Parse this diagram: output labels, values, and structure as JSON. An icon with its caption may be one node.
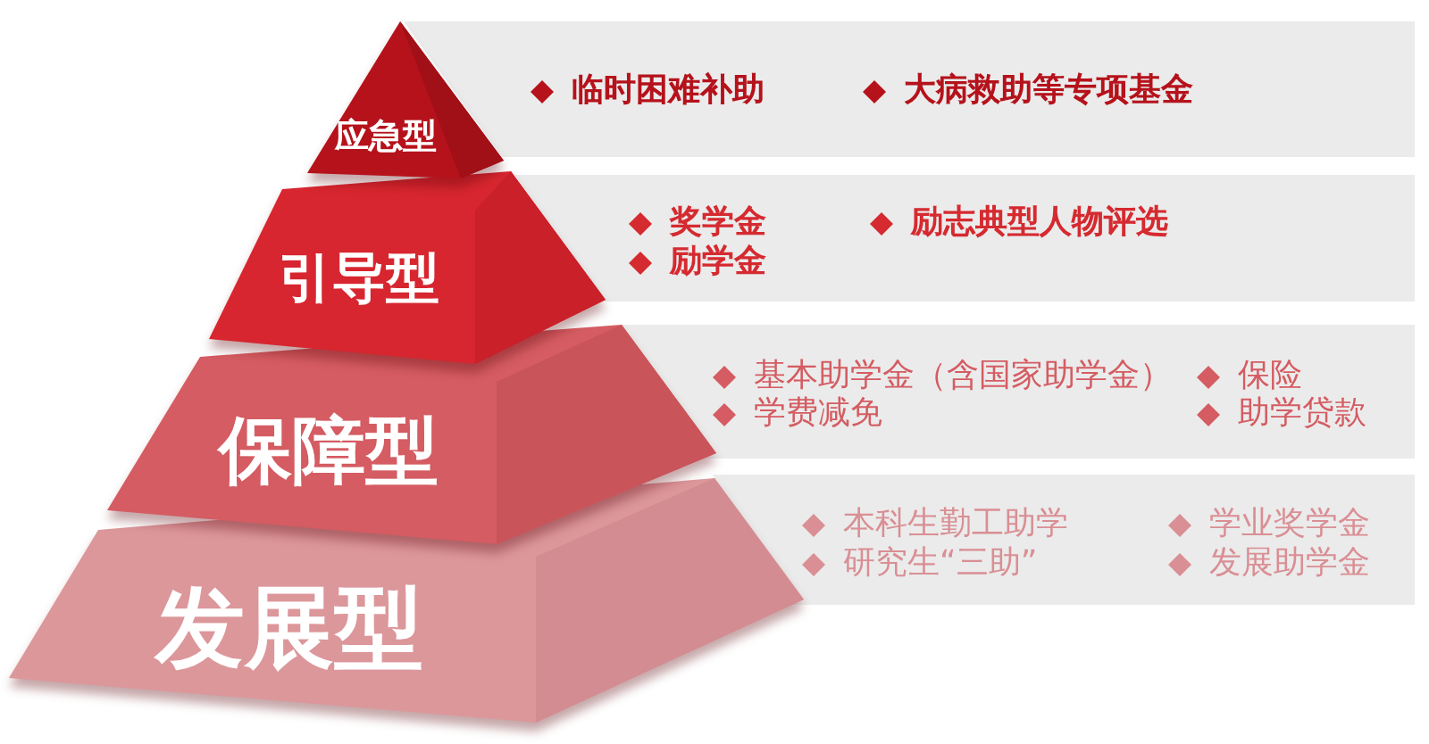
{
  "diagram": {
    "nodes": [
      {
        "text": [
          "应急型"
        ]
      },
      {
        "text": [
          "临时困难补助",
          "大病救助等专项基金"
        ]
      },
      {
        "text": [
          "引导型"
        ]
      },
      {
        "text": [
          "奖学金",
          "励志典型人物评选",
          "励学金"
        ]
      },
      {
        "text": [
          "保障型"
        ]
      },
      {
        "text": [
          "基本助学金（含国家助学金）",
          "保险",
          "学费减免",
          "助学贷款"
        ]
      },
      {
        "text": [
          "发展型"
        ]
      },
      {
        "text": [
          "本科生勤工助学",
          "学业奖学金",
          "研究生“三助”",
          "发展助学金"
        ]
      }
    ]
  }
}
